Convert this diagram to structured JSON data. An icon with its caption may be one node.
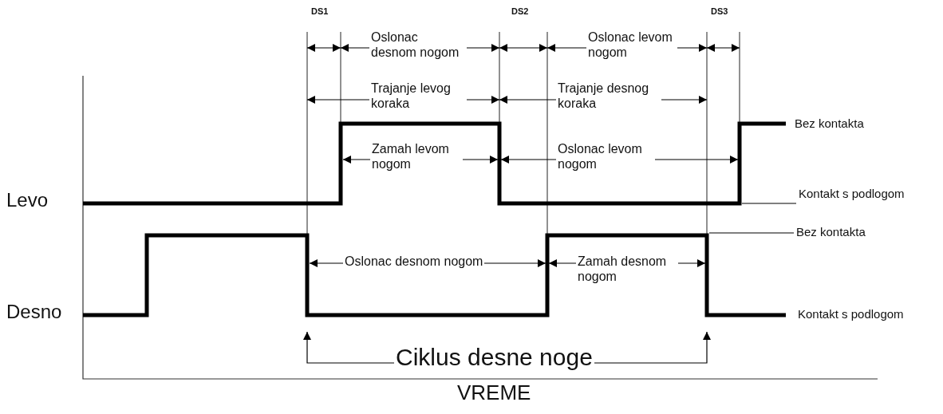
{
  "diagram": {
    "nodes": [
      {
        "text": [
          "Kontakt s podlogom"
        ]
      },
      {
        "text": [
          "Bez kontakta"
        ]
      }
    ],
    "edges": [
      {
        "from": 0,
        "to": null,
        "arrow": "none"
      },
      {
        "from": 1,
        "to": null,
        "arrow": "none"
      }
    ],
    "labels": [
      "DS1",
      "Oslonac desnom nogom",
      "DS2",
      "Oslonac levom nogom",
      "DS3",
      "Trajanje levog koraka",
      "Trajanje desnog koraka",
      "Bez kontakta",
      "Zamah levom nogom",
      "Oslonac levom nogom",
      "Levo",
      "Oslonac desnom nogom",
      "Zamah desnom nogom",
      "Desno",
      "Kontakt s podlogom",
      "Ciklus desne noge",
      "VREME"
    ]
  }
}
